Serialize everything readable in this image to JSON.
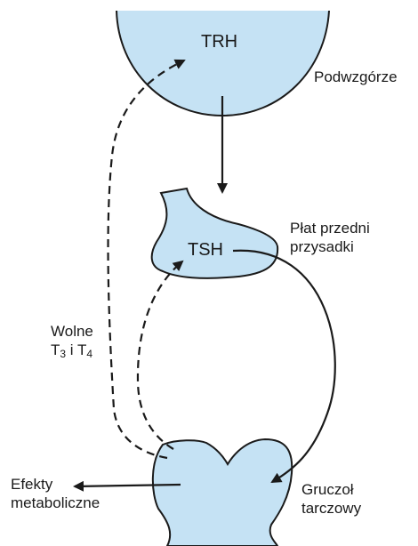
{
  "colors": {
    "fill": "#c5e2f4",
    "stroke": "#1a1a1a"
  },
  "nodes": {
    "hypothalamus": {
      "hormone": "TRH",
      "name": "Podwzgórze"
    },
    "pituitary": {
      "hormone": "TSH",
      "name_line1": "Płat przedni",
      "name_line2": "przysadki"
    },
    "thyroid": {
      "name_line1": "Gruczoł",
      "name_line2": "tarczowy"
    }
  },
  "feedback": {
    "line1": "Wolne",
    "t_letter": "T",
    "sub1": "3",
    "connector": " i ",
    "sub2": "4"
  },
  "effects": {
    "line1": "Efekty",
    "line2": "metaboliczne"
  }
}
